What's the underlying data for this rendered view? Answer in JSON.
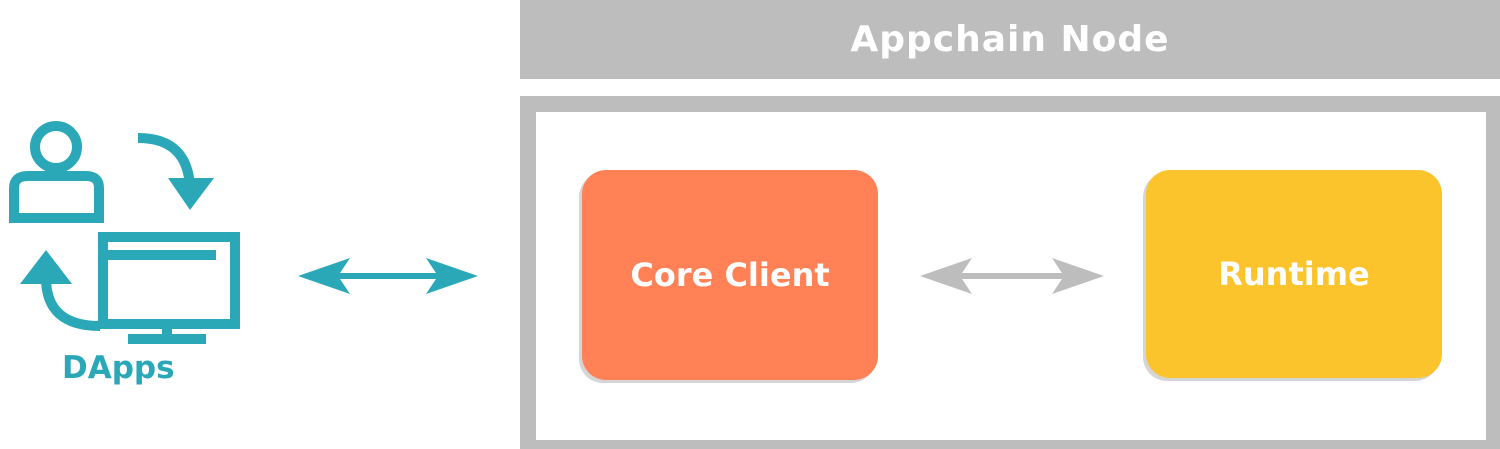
{
  "diagram": {
    "node_title": "Appchain Node",
    "components": {
      "core_client": "Core Client",
      "runtime": "Runtime"
    },
    "dapps_label": "DApps"
  },
  "colors": {
    "teal": "#2aa8b8",
    "gray": "#bdbdbd",
    "core_client": "#ff8155",
    "runtime": "#fcc42c",
    "white": "#ffffff"
  },
  "icons": {
    "user": "user-icon",
    "monitor": "monitor-icon",
    "cycle_arrows": "cycle-arrow-icon"
  }
}
